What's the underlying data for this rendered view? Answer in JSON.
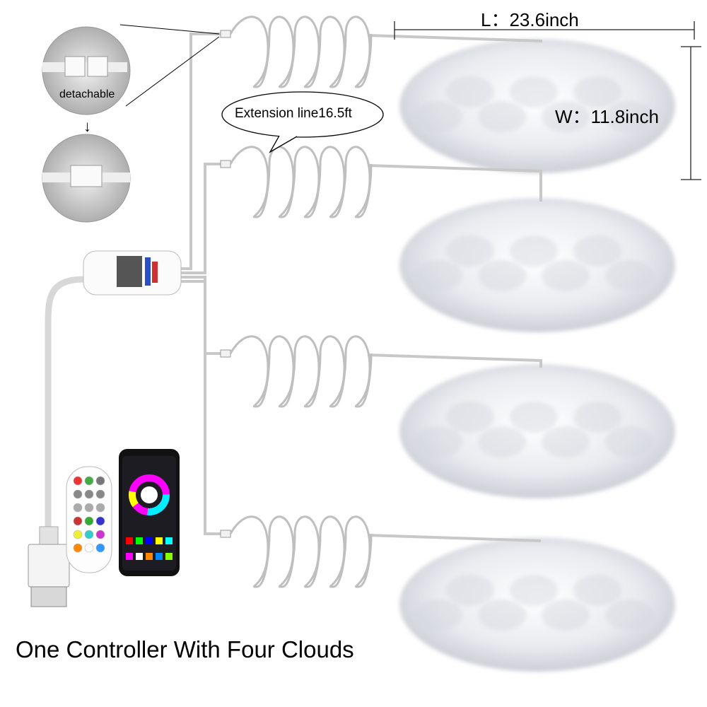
{
  "dimensions": {
    "length": "L：23.6inch",
    "width": "W：11.8inch"
  },
  "callout": {
    "extension": "Extension line16.5ft"
  },
  "inset": {
    "label": "detachable",
    "arrow": "↓"
  },
  "caption": "One Controller With Four Clouds",
  "colors": {
    "wire": "#c8c8c8",
    "cloud": "#eef0f4",
    "cloud_shadow": "#b9bcc4",
    "text": "#000000"
  },
  "icons": [
    "cloud-lamp",
    "coiled-extension-cable",
    "connector-plug",
    "bluetooth-controller",
    "ir-remote",
    "smartphone-app",
    "usb-plug"
  ]
}
